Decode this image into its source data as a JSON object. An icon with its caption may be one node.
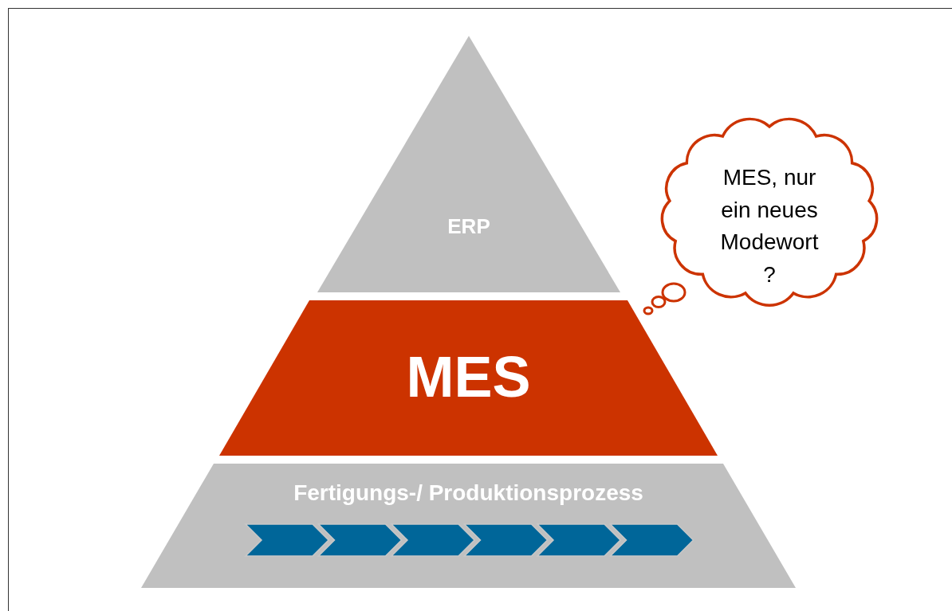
{
  "diagram": {
    "nodes": [
      {
        "text": [
          "ERP"
        ]
      },
      {
        "text": [
          "MES"
        ]
      },
      {
        "text": [
          "Fertigungs-/ Produktionsprozess"
        ]
      },
      {
        "text": [
          "MES, nur ein neues Modewort ?"
        ]
      }
    ]
  }
}
